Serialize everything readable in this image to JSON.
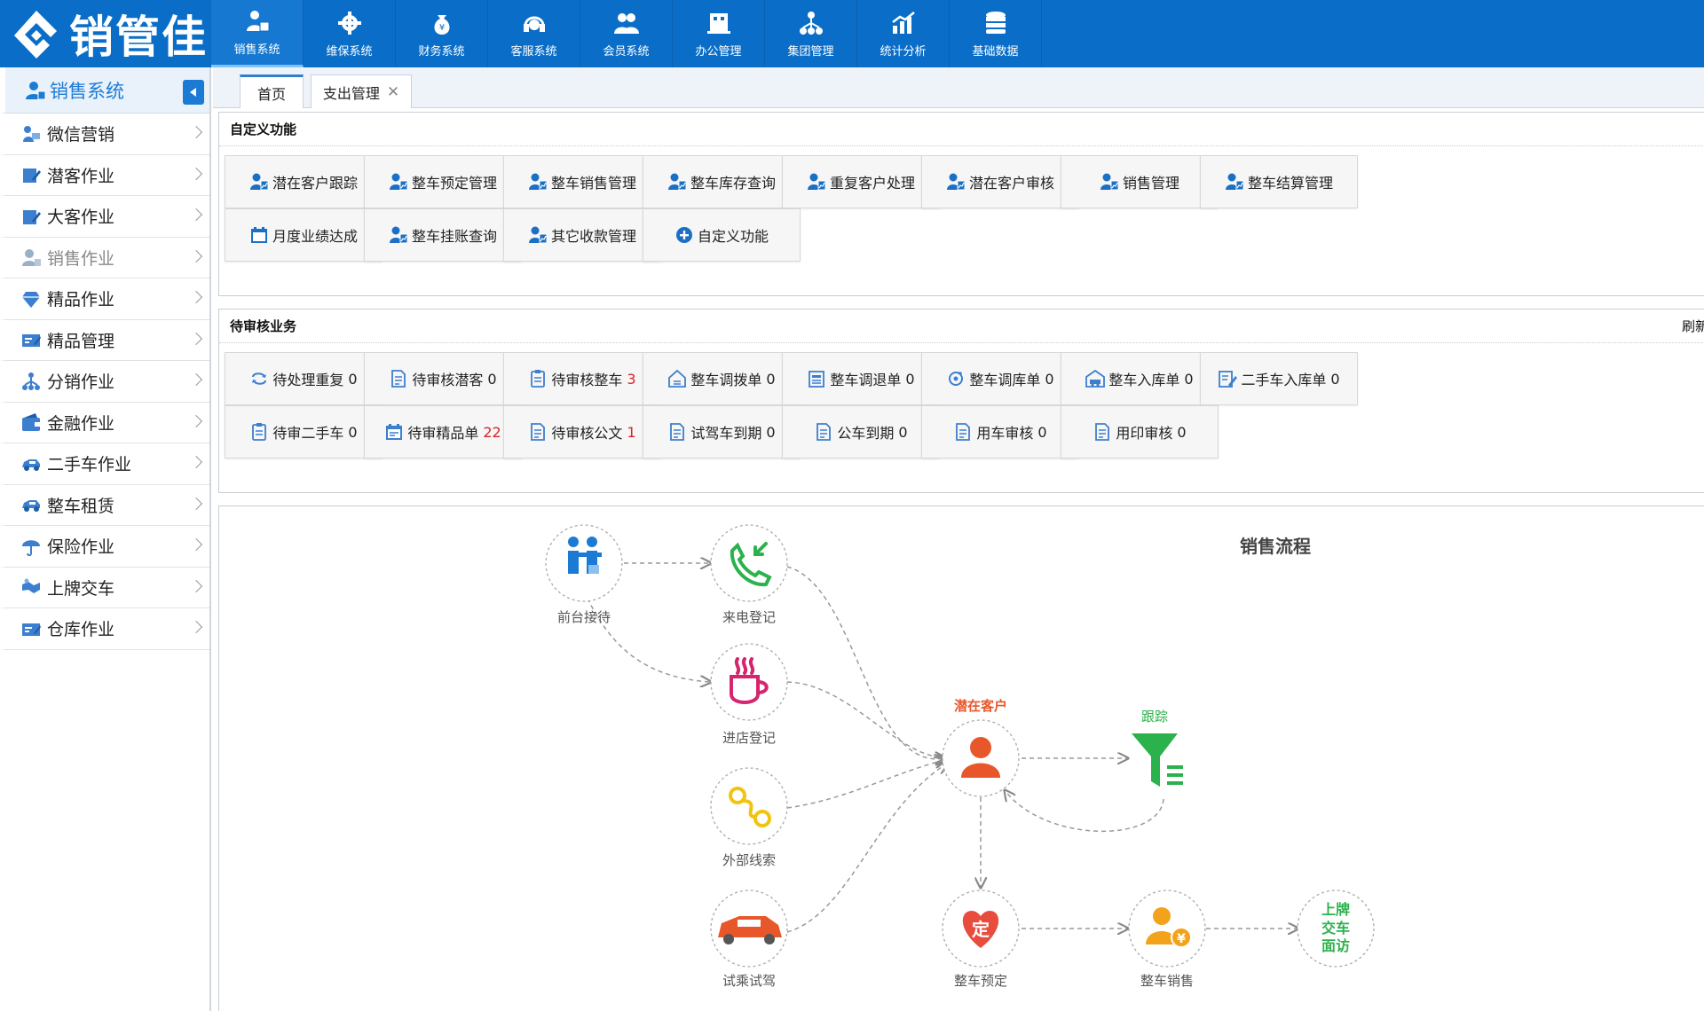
{
  "brand": {
    "name": "销管佳"
  },
  "topnav": [
    {
      "label": "销售系统",
      "icon": "sales-icon",
      "active": true
    },
    {
      "label": "维保系统",
      "icon": "repair-icon"
    },
    {
      "label": "财务系统",
      "icon": "money-bag-icon"
    },
    {
      "label": "客服系统",
      "icon": "headset-icon"
    },
    {
      "label": "会员系统",
      "icon": "members-icon"
    },
    {
      "label": "办公管理",
      "icon": "office-icon"
    },
    {
      "label": "集团管理",
      "icon": "org-tree-icon"
    },
    {
      "label": "统计分析",
      "icon": "chart-icon"
    },
    {
      "label": "基础数据",
      "icon": "database-icon"
    }
  ],
  "sidebar": {
    "title": "销售系统",
    "items": [
      {
        "label": "微信营销",
        "icon": "wechat-marketing-icon"
      },
      {
        "label": "潜客作业",
        "icon": "edit-icon"
      },
      {
        "label": "大客作业",
        "icon": "edit-icon"
      },
      {
        "label": "销售作业",
        "icon": "person-icon",
        "dim": true
      },
      {
        "label": "精品作业",
        "icon": "diamond-icon"
      },
      {
        "label": "精品管理",
        "icon": "card-icon"
      },
      {
        "label": "分销作业",
        "icon": "tree-icon"
      },
      {
        "label": "金融作业",
        "icon": "wallet-icon"
      },
      {
        "label": "二手车作业",
        "icon": "car-icon"
      },
      {
        "label": "整车租赁",
        "icon": "car-icon"
      },
      {
        "label": "保险作业",
        "icon": "umbrella-icon"
      },
      {
        "label": "上牌交车",
        "icon": "handshake-icon"
      },
      {
        "label": "仓库作业",
        "icon": "card-icon"
      }
    ]
  },
  "tabs": {
    "home": "首页",
    "expense": "支出管理",
    "close_glyph": "✕"
  },
  "custom_panel": {
    "title": "自定义功能",
    "buttons": [
      {
        "label": "潜在客户跟踪",
        "icon": "person-chart-icon"
      },
      {
        "label": "整车预定管理",
        "icon": "person-chart-icon"
      },
      {
        "label": "整车销售管理",
        "icon": "person-chart-icon"
      },
      {
        "label": "整车库存查询",
        "icon": "person-chart-icon"
      },
      {
        "label": "重复客户处理",
        "icon": "person-chart-icon"
      },
      {
        "label": "潜在客户审核",
        "icon": "person-chart-icon"
      },
      {
        "label": "销售管理",
        "icon": "person-chart-icon"
      },
      {
        "label": "整车结算管理",
        "icon": "person-chart-icon"
      },
      {
        "label": "月度业绩达成",
        "icon": "calendar-icon"
      },
      {
        "label": "整车挂账查询",
        "icon": "person-chart-icon"
      },
      {
        "label": "其它收款管理",
        "icon": "person-chart-icon"
      },
      {
        "label": "自定义功能",
        "icon": "plus-circle-icon"
      }
    ]
  },
  "pending_panel": {
    "title": "待审核业务",
    "refresh": "刷新",
    "buttons": [
      {
        "label": "待处理重复",
        "count": "0",
        "icon": "repeat-icon"
      },
      {
        "label": "待审核潜客",
        "count": "0",
        "icon": "doc-icon"
      },
      {
        "label": "待审核整车",
        "count": "3",
        "red": true,
        "icon": "clipboard-icon"
      },
      {
        "label": "整车调拨单",
        "count": "0",
        "icon": "house-doc-icon"
      },
      {
        "label": "整车调退单",
        "count": "0",
        "icon": "list-doc-icon"
      },
      {
        "label": "整车调库单",
        "count": "0",
        "icon": "refresh-doc-icon"
      },
      {
        "label": "整车入库单",
        "count": "0",
        "icon": "warehouse-car-icon"
      },
      {
        "label": "二手车入库单",
        "count": "0",
        "icon": "pen-doc-icon"
      },
      {
        "label": "待审二手车",
        "count": "0",
        "icon": "clipboard-icon"
      },
      {
        "label": "待审精品单",
        "count": "22",
        "red": true,
        "icon": "calendar-doc-icon"
      },
      {
        "label": "待审核公文",
        "count": "1",
        "red": true,
        "icon": "doc-icon"
      },
      {
        "label": "试驾车到期",
        "count": "0",
        "icon": "doc-icon"
      },
      {
        "label": "公车到期",
        "count": "0",
        "icon": "doc-icon"
      },
      {
        "label": "用车审核",
        "count": "0",
        "icon": "doc-icon"
      },
      {
        "label": "用印审核",
        "count": "0",
        "icon": "doc-icon"
      }
    ]
  },
  "flow": {
    "title": "销售流程",
    "nodes": {
      "reception": "前台接待",
      "call": "来电登记",
      "walkin": "进店登记",
      "external": "外部线索",
      "testdrive": "试乘试驾",
      "prospect": "潜在客户",
      "followup": "跟踪",
      "reserve": "整车预定",
      "sale": "整车销售",
      "delivery_line1": "上牌",
      "delivery_line2": "交车",
      "delivery_line3": "面访",
      "reserve_glyph": "定",
      "sale_glyph": "¥"
    },
    "colors": {
      "prospect": "#e8572a",
      "followup": "#2bb24c",
      "delivery": "#2bb24c",
      "reserve": "#e84c3d",
      "sale": "#f3a21b"
    }
  }
}
